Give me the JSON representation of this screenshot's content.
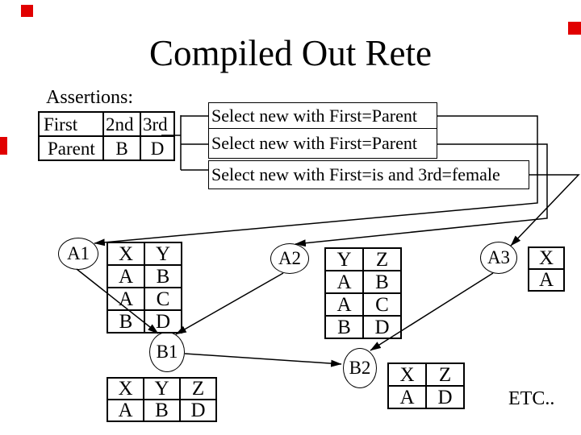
{
  "slide": {
    "title": "Compiled Out Rete",
    "etc_label": "ETC..",
    "colors": {
      "background": "#ffffff",
      "ink": "#000000",
      "accent_red": "#e10000"
    }
  },
  "assertions": {
    "heading": "Assertions:",
    "grid": [
      [
        "First",
        "2nd",
        "3rd"
      ],
      [
        "Parent",
        "B",
        "D"
      ]
    ]
  },
  "rules": [
    {
      "label": "Select new with First=Parent"
    },
    {
      "label": "Select new with First=Parent"
    },
    {
      "label": "Select new with First=is and 3rd=female"
    }
  ],
  "network": {
    "alpha_nodes": [
      {
        "id": "A1",
        "label": "A1",
        "memory": [
          [
            "X",
            "Y"
          ],
          [
            "A",
            "B"
          ],
          [
            "A",
            "C"
          ],
          [
            "B",
            "D"
          ]
        ]
      },
      {
        "id": "A2",
        "label": "A2",
        "memory": [
          [
            "Y",
            "Z"
          ],
          [
            "A",
            "B"
          ],
          [
            "A",
            "C"
          ],
          [
            "B",
            "D"
          ]
        ]
      },
      {
        "id": "A3",
        "label": "A3",
        "memory": [
          [
            "X"
          ],
          [
            "A"
          ]
        ]
      }
    ],
    "beta_nodes": [
      {
        "id": "B1",
        "label": "B1",
        "memory": [
          [
            "X",
            "Y",
            "Z"
          ],
          [
            "A",
            "B",
            "D"
          ]
        ]
      },
      {
        "id": "B2",
        "label": "B2",
        "memory": [
          [
            "X",
            "Z"
          ],
          [
            "A",
            "D"
          ]
        ]
      }
    ]
  }
}
